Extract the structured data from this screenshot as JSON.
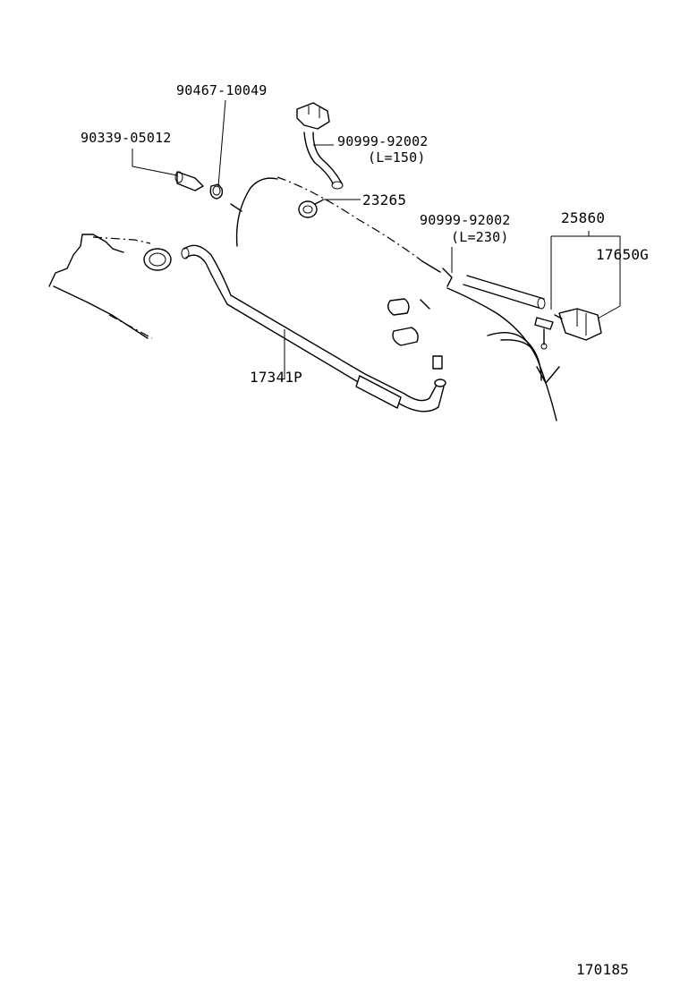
{
  "diagram": {
    "part_numbers": {
      "clamp_90467": "90467-10049",
      "hose_90339": "90339-05012",
      "hose_90999_a": "90999-92002",
      "hose_90999_a_length": "(L=150)",
      "valve_23265": "23265",
      "hose_90999_b": "90999-92002",
      "hose_90999_b_length": "(L=230)",
      "assy_25860": "25860",
      "valve_17650g": "17650G",
      "pipe_17341p": "17341P"
    },
    "figure_code": "170185"
  }
}
